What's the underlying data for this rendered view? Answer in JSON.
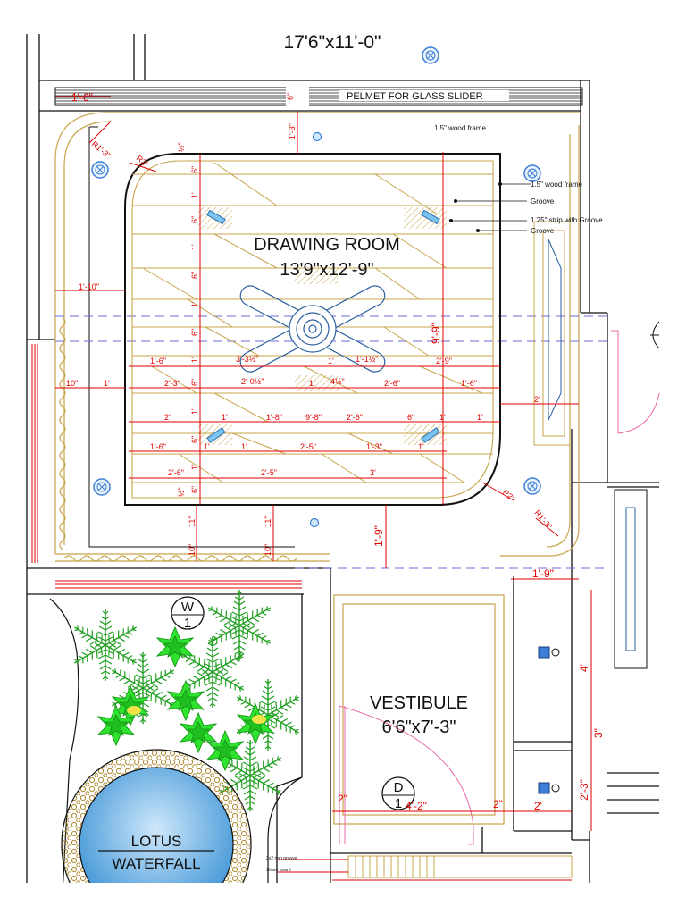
{
  "top_size": "17'6\"x11'-0\"",
  "pelmet": "PELMET FOR GLASS SLIDER",
  "notes": {
    "wood_frame_top": "1.5\" wood frame",
    "wood_frame_right": "1.5\" wood frame",
    "groove1": "Groove",
    "strip": "1.25\" strip with Groove",
    "groove2": "Groove",
    "mm_groove": "2x2 mm groove",
    "sharp_board": "Share board"
  },
  "drawing_room": {
    "name": "DRAWING ROOM",
    "size": "13'9\"x12'-9\""
  },
  "vestibule": {
    "name": "VESTIBULE",
    "size": "6'6\"x7'-3\""
  },
  "lotus": {
    "line1": "LOTUS",
    "line2": "WATERFALL"
  },
  "markers": {
    "w": {
      "letter": "W",
      "num": "1"
    },
    "d": {
      "letter": "D",
      "num": "1"
    }
  },
  "dims": {
    "d_1_6_top": "1'-6\"",
    "d_6_top": "6\"",
    "d_1_3": "1'-3\"",
    "d_r13_tl": "R1'-3\"",
    "d_r2_tl": "R2'",
    "d_half_top": "½\"",
    "d_1_10": "1'-10\"",
    "d_9_9": "9'-9\"",
    "d_10": "10\"",
    "d_1_left": "1'",
    "d_2_right": "2'",
    "d_1_9_v": "1'-9\"",
    "d_1_9_h": "1'-9\"",
    "d_r2_br": "R2'",
    "d_r13_br": "R1'-3\"",
    "d_half_bot": "½\"",
    "d_11_a": "11\"",
    "d_11_b": "11\"",
    "d_10_a": "10\"",
    "d_10_b": "10\"",
    "d_4": "4'",
    "d_3": "3\"",
    "d_2_3": "2'-3\"",
    "d_2_a": "2\"",
    "d_4_2": "4'-2\"",
    "d_2_b": "2\"",
    "d_2_c": "2'",
    "col6_1": "6\"",
    "col1_1": "1'",
    "col6_2": "6\"",
    "col1_2": "1'",
    "col6_3": "6\"",
    "col1_3": "1'",
    "col6_4": "6\"",
    "col1_4": "1'",
    "col6_5": "6\"",
    "col1_5": "1'",
    "col6_6": "6\"",
    "col1_6": "1'",
    "col6_7": "6\"",
    "r1_a": "1'-6\"",
    "r1_b": "3'-3½\"",
    "r1_c": "1'",
    "r1_d": "1'-1½\"",
    "r1_e": "2'-9\"",
    "r2_a": "2'-3\"",
    "r2_b": "2'-0½\"",
    "r2_c": "1'",
    "r2_d": "4½\"",
    "r2_e": "2'-6\"",
    "r2_f": "1'-6\"",
    "r3_a": "2'",
    "r3_b": "1'",
    "r3_c": "1'-8\"",
    "r3_d": "9'-8\"",
    "r3_e": "2'-6\"",
    "r3_f": "6\"",
    "r3_g": "1'",
    "r3_h": "1'",
    "r4_a": "1'-6\"",
    "r4_b": "1'",
    "r4_c": "1'",
    "r4_d": "2'-5\"",
    "r4_e": "1'-3\"",
    "r4_f": "1'",
    "r5_a": "2'-6\"",
    "r5_b": "2'-5\"",
    "r5_c": "3'"
  },
  "colors": {
    "wall": "#111111",
    "wood": "#c8a44a",
    "dim": "#e00000",
    "plant_dark": "#1f9e1f",
    "plant_light": "#2ee32e",
    "water": "#5aaae0",
    "pebble": "#c9a24a",
    "light": "#3d7fd6"
  }
}
